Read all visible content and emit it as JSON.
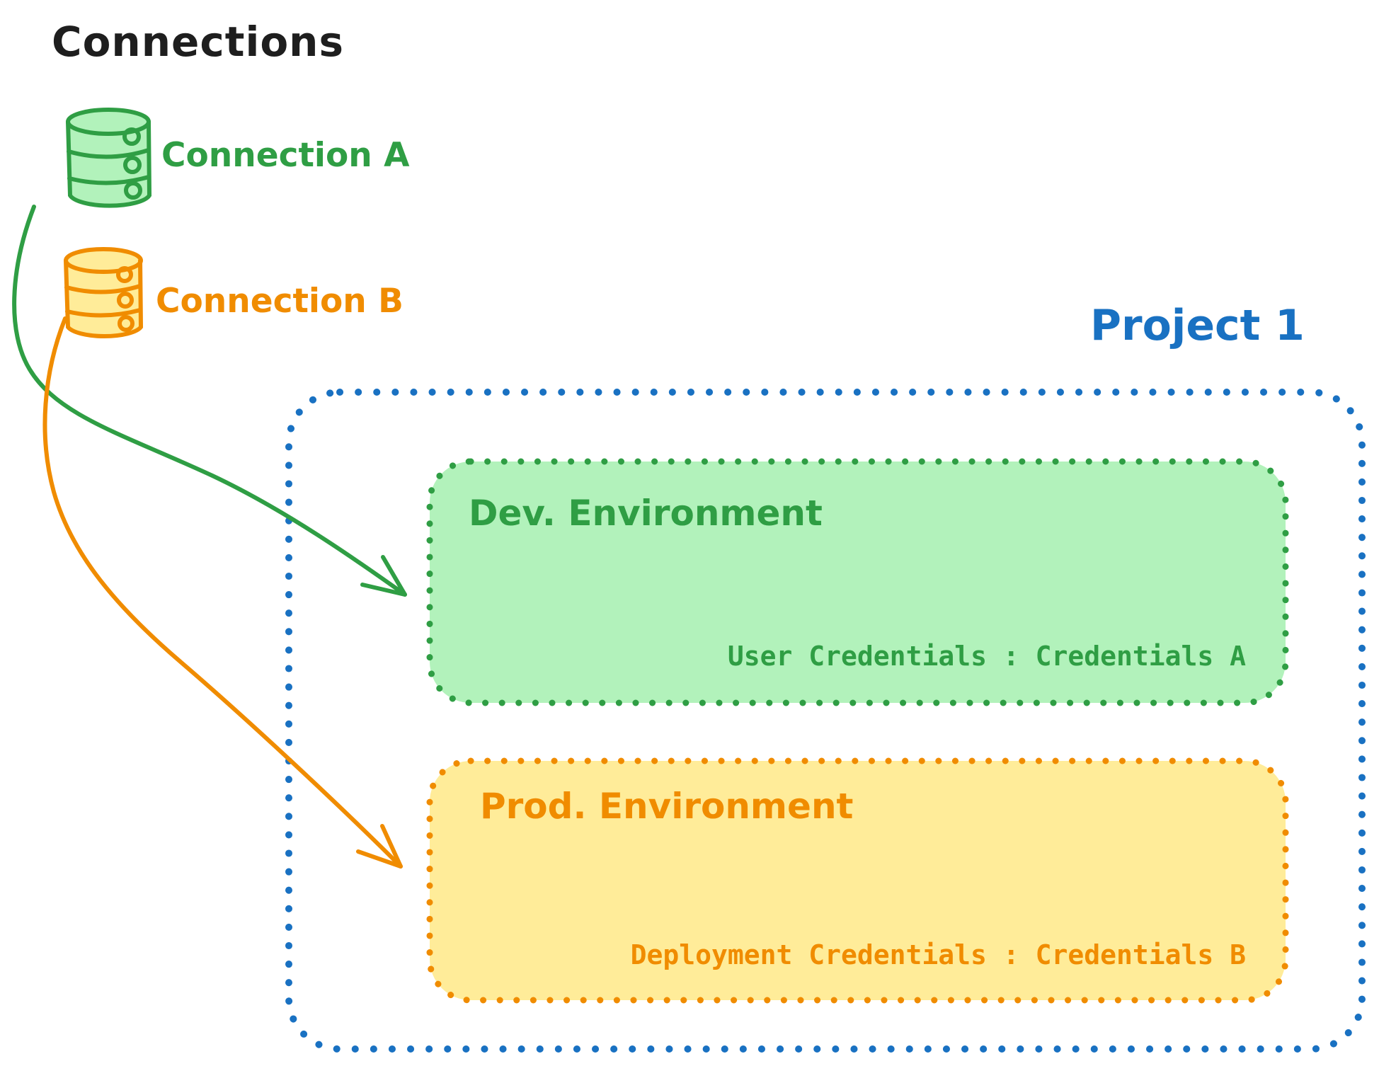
{
  "title": "Connections",
  "colors": {
    "text": "#1e1e1e",
    "green_stroke": "#2f9e44",
    "green_fill": "#b2f2bb",
    "orange_stroke": "#f08c00",
    "orange_fill": "#ffec99",
    "blue": "#1971c2",
    "background": "#ffffff"
  },
  "connections": [
    {
      "label": "Connection A",
      "color": "#2f9e44",
      "icon": "database-icon"
    },
    {
      "label": "Connection B",
      "color": "#f08c00",
      "icon": "database-icon"
    }
  ],
  "project": {
    "title": "Project 1",
    "environments": [
      {
        "name": "Dev. Environment",
        "credentials": "User Credentials : Credentials A"
      },
      {
        "name": "Prod. Environment",
        "credentials": "Deployment Credentials : Credentials B"
      }
    ]
  }
}
